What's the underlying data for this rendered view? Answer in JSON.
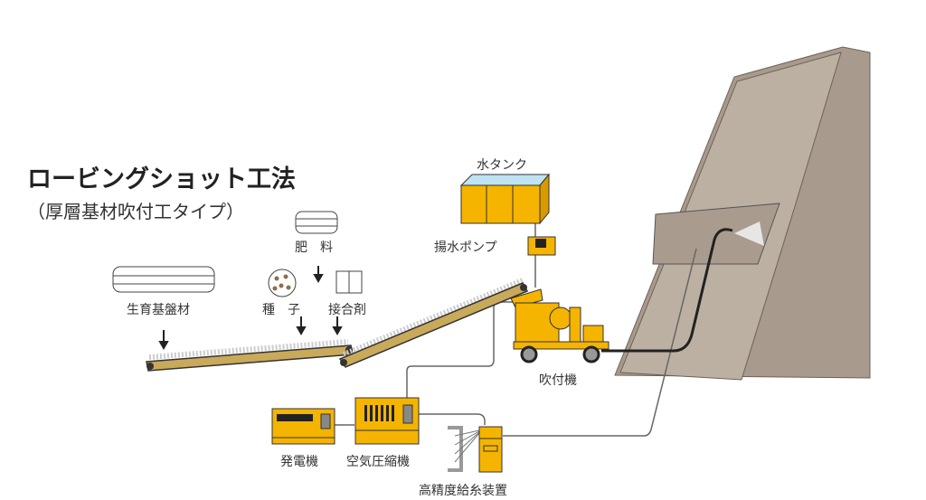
{
  "title": "ロービングショット工法",
  "subtitle": "（厚層基材吹付工タイプ）",
  "labels": {
    "water_tank": "水タンク",
    "pump": "揚水ポンプ",
    "fertilizer": "肥　料",
    "seed": "種　子",
    "binder": "接合剤",
    "base_material": "生育基盤材",
    "sprayer": "吹付機",
    "generator": "発電機",
    "compressor": "空気圧縮機",
    "fiber_feeder": "高精度給糸装置"
  },
  "colors": {
    "machine": "#f5b400",
    "cliff": "#a89a8c",
    "cliff_face": "#bfb3a6",
    "belt": "#b89a4a"
  }
}
